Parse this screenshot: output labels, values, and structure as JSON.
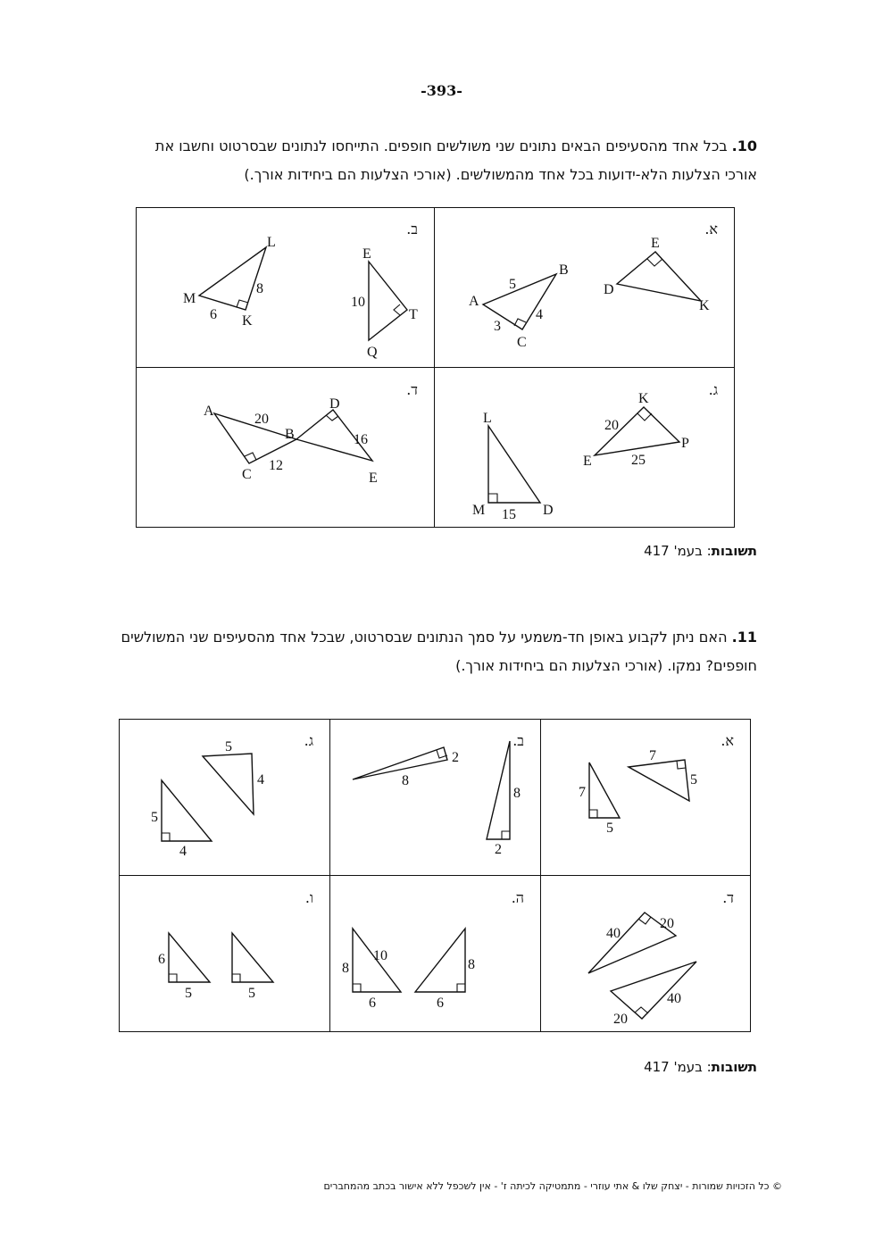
{
  "page_number": "-393-",
  "q10": {
    "number": "10.",
    "line1": " בכל אחד מהסעיפים הבאים נתונים שני משולשים חופפים. התייחסו לנתונים שבסרטוט וחשבו את",
    "line2": "אורכי הצלעות הלא-ידועות בכל אחד מהמשולשים. (אורכי הצלעות הם ביחידות אורך.)",
    "cells": {
      "a": {
        "label": "א.",
        "t1": {
          "E": "E",
          "D": "D",
          "K": "K"
        },
        "t2": {
          "A": "A",
          "B": "B",
          "C": "C",
          "ab": "5",
          "ac": "3",
          "bc": "4"
        }
      },
      "b": {
        "label": "ב.",
        "t1": {
          "E": "E",
          "T": "T",
          "Q": "Q",
          "eq": "10"
        },
        "t2": {
          "L": "L",
          "M": "M",
          "K": "K",
          "lk": "8",
          "mk": "6"
        }
      },
      "c": {
        "label": "ג.",
        "t1": {
          "K": "K",
          "E": "E",
          "P": "P",
          "ek": "20",
          "ep": "25"
        },
        "t2": {
          "L": "L",
          "M": "M",
          "D": "D",
          "md": "15"
        }
      },
      "d": {
        "label": "ד.",
        "pts": {
          "A": "A",
          "B": "B",
          "C": "C",
          "D": "D",
          "E": "E"
        },
        "ab": "20",
        "bc": "12",
        "de": "16"
      }
    },
    "answer": {
      "label": "תשובות",
      "text": ": בעמ' 417"
    }
  },
  "q11": {
    "number": "11.",
    "line1": " האם ניתן לקבוע באופן חד-משמעי על סמך הנתונים שבסרטוט, שבכל אחד מהסעיפים שני המשולשים",
    "line2": "חופפים? נמקו. (אורכי הצלעות הם ביחידות אורך.)",
    "cells": {
      "a": {
        "label": "א.",
        "t1": [
          "7",
          "5"
        ],
        "t2": [
          "7",
          "5"
        ]
      },
      "b": {
        "label": "ב.",
        "t1": [
          "8",
          "2"
        ],
        "t2": [
          "8",
          "2"
        ]
      },
      "c": {
        "label": "ג.",
        "t1": [
          "4",
          "5"
        ],
        "t2": [
          "5",
          "4"
        ]
      },
      "d": {
        "label": "ד.",
        "t1": [
          "40",
          "20"
        ],
        "t2": [
          "40",
          "20"
        ]
      },
      "e": {
        "label": "ה.",
        "t1": [
          "8",
          "10",
          "6"
        ],
        "t2": [
          "8",
          "6"
        ]
      },
      "f": {
        "label": "ו.",
        "t1": [
          "6",
          "5"
        ],
        "t2": [
          "5"
        ]
      }
    },
    "answer": {
      "label": "תשובות",
      "text": ": בעמ' 417"
    }
  },
  "footer": "© כל הזכויות שמורות - יצחק שלו & אתי עוזרי - מתמטיקה לכיתה ז' - אין לשכפל ללא אישור בכתב מהמחברים"
}
